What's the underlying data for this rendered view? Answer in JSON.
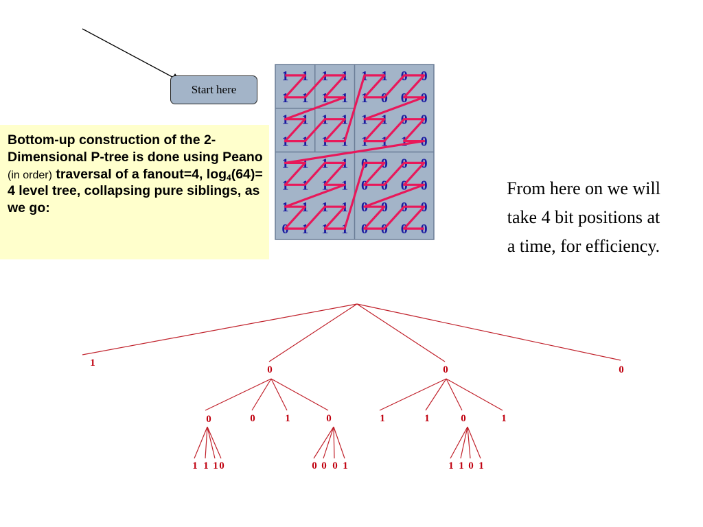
{
  "callout": {
    "label": "Start here"
  },
  "description": {
    "part1": "Bottom-up construction of the 2-Dimensional P-tree is done using Peano",
    "part2": "(in order)",
    "part3": "traversal of a fanout=4, log",
    "sub": "4",
    "part4": "(64)= 4 level tree, collapsing pure siblings, as we go:"
  },
  "note": {
    "line1": "From here on we will",
    "line2": "take 4 bit positions at",
    "line3": "a time, for efficiency."
  },
  "grid": {
    "rows": [
      [
        "1",
        "1",
        "1",
        "1",
        "1",
        "1",
        "0",
        "0"
      ],
      [
        "1",
        "1",
        "1",
        "1",
        "1",
        "0",
        "0",
        "0"
      ],
      [
        "1",
        "1",
        "1",
        "1",
        "1",
        "1",
        "0",
        "0"
      ],
      [
        "1",
        "1",
        "1",
        "1",
        "1",
        "1",
        "1",
        "0"
      ],
      [
        "1",
        "1",
        "1",
        "1",
        "0",
        "0",
        "0",
        "0"
      ],
      [
        "1",
        "1",
        "1",
        "1",
        "0",
        "0",
        "0",
        "0"
      ],
      [
        "1",
        "1",
        "1",
        "1",
        "0",
        "0",
        "0",
        "0"
      ],
      [
        "0",
        "1",
        "1",
        "1",
        "0",
        "0",
        "0",
        "0"
      ]
    ],
    "colors": {
      "fill": "#a3b4c8",
      "digit": "#1a1aa0",
      "path": "#e8185a"
    }
  },
  "tree": {
    "root": "",
    "level1": [
      "1",
      "0",
      "0",
      "0"
    ],
    "level2_left": [
      "0",
      "0",
      "1",
      "0"
    ],
    "level2_right": [
      "1",
      "1",
      "0",
      "1"
    ],
    "leaves_a": [
      "1",
      "1",
      "1",
      "0"
    ],
    "leaves_b": [
      "0",
      "0",
      "0",
      "1"
    ],
    "leaves_c": [
      "1",
      "1",
      "0",
      "1"
    ],
    "colors": {
      "edge": "#c0202a",
      "label": "#c0000f"
    }
  }
}
